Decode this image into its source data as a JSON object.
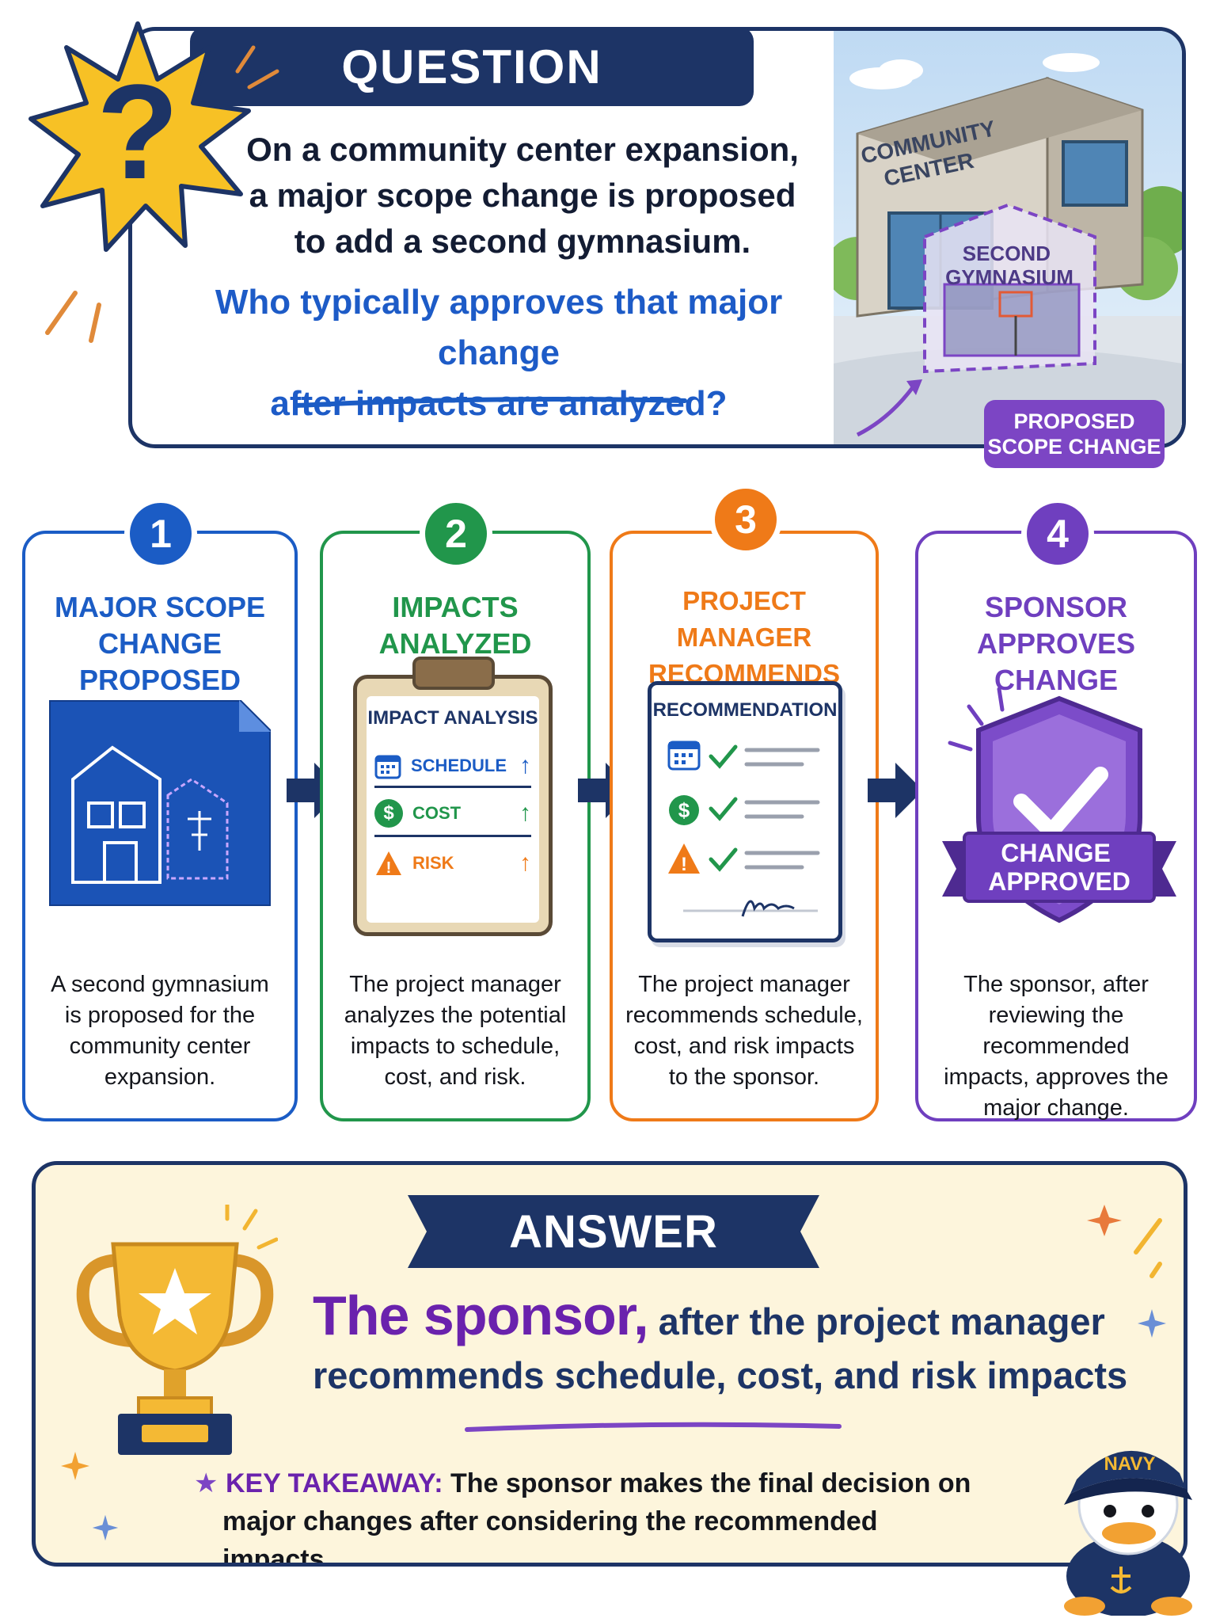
{
  "question": {
    "badge": "QUESTION",
    "line1": "On a community center expansion,",
    "line2": "a major scope change is proposed",
    "line3": "to add a second gymnasium.",
    "ask1": "Who typically approves that major change",
    "ask2": "after impacts are analyzed?",
    "building_sign1": "COMMUNITY",
    "building_sign2": "CENTER",
    "gym_sign1": "SECOND",
    "gym_sign2": "GYMNASIUM",
    "chip1": "PROPOSED",
    "chip2": "SCOPE CHANGE"
  },
  "steps": [
    {
      "number": "1",
      "title1": "MAJOR SCOPE",
      "title2": "CHANGE PROPOSED",
      "desc": [
        "A second gymnasium",
        "is proposed for the",
        "community center",
        "expansion."
      ],
      "color": "#1b5cc5"
    },
    {
      "number": "2",
      "title1": "IMPACTS",
      "title2": "ANALYZED",
      "clipboard_title": "IMPACT ANALYSIS",
      "rows": [
        "SCHEDULE",
        "COST",
        "RISK"
      ],
      "desc": [
        "The project manager",
        "analyzes the potential",
        "impacts to schedule,",
        "cost, and risk."
      ],
      "color": "#21964b"
    },
    {
      "number": "3",
      "title1": "PROJECT MANAGER",
      "title2": "RECOMMENDS IMPACTS",
      "doc_title": "RECOMMENDATION",
      "desc": [
        "The project manager",
        "recommends schedule,",
        "cost, and risk impacts",
        "to the sponsor."
      ],
      "color": "#ef7a18"
    },
    {
      "number": "4",
      "title1": "SPONSOR",
      "title2": "APPROVES CHANGE",
      "ribbon1": "CHANGE",
      "ribbon2": "APPROVED",
      "desc": [
        "The sponsor, after",
        "reviewing the recommended",
        "impacts, approves the",
        "major change."
      ],
      "color": "#6f3fbf"
    }
  ],
  "answer": {
    "badge": "ANSWER",
    "strong": "The sponsor,",
    "rest1": " after the project manager",
    "line2": "recommends schedule, cost, and risk impacts",
    "takeaway_label": "KEY TAKEAWAY:",
    "takeaway_text1": " The sponsor makes the final decision on",
    "takeaway_text2": "major changes after considering the recommended impacts.",
    "mascot_hat": "NAVY"
  },
  "colors": {
    "navy": "#1d3466",
    "blue": "#1b5cc5",
    "green": "#21964b",
    "orange": "#ef7a18",
    "purple": "#6f3fbf",
    "cream": "#fdf5dc"
  }
}
